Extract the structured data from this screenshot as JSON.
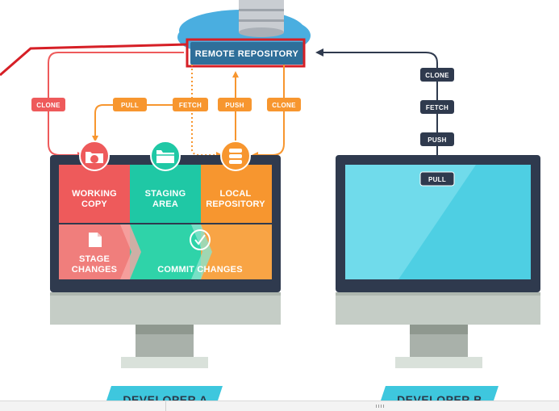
{
  "remote": {
    "label": "REMOTE REPOSITORY"
  },
  "flow_a": {
    "clone_left": "CLONE",
    "pull": "PULL",
    "fetch": "FETCH",
    "push": "PUSH",
    "clone_right": "CLONE"
  },
  "flow_b": {
    "clone": "CLONE",
    "fetch": "FETCH",
    "push": "PUSH",
    "pull": "PULL"
  },
  "dev_a": {
    "working_copy": [
      "WORKING",
      "COPY"
    ],
    "staging_area": [
      "STAGING",
      "AREA"
    ],
    "local_repository": [
      "LOCAL",
      "REPOSITORY"
    ],
    "stage_changes": [
      "STAGE",
      "CHANGES"
    ],
    "commit_changes": "COMMIT CHANGES",
    "name": "DEVELOPER A"
  },
  "dev_b": {
    "name": "DEVELOPER B"
  },
  "colors": {
    "red": "#ee5a5b",
    "teal": "#1fc8a5",
    "orange": "#f7962f",
    "navy": "#2f3a4e",
    "screen_blue": "#4ecfe3",
    "highlight": "#d61f26"
  },
  "icons": {
    "server": "database-cylinder-icon",
    "working_copy": "folder-badge-icon",
    "staging_area": "folder-icon",
    "local_repository": "database-icon",
    "stage_changes": "document-icon",
    "commit_changes": "checkmark-icon"
  }
}
